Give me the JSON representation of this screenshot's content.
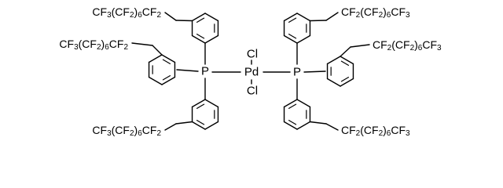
{
  "structure": {
    "palladium": "Pd",
    "phosphorus": "P",
    "chlorine": "Cl",
    "chain_label": {
      "cf3": "CF",
      "three": "3",
      "cf2_paren": "(CF",
      "two": "2",
      "close": ")",
      "six": "6",
      "cf2": "CF"
    }
  }
}
